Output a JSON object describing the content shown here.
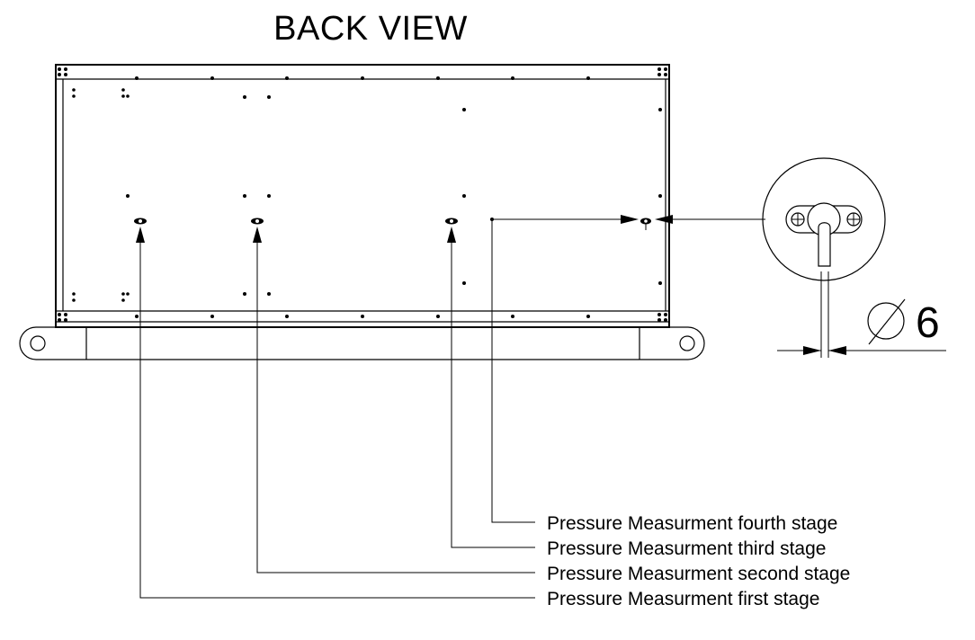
{
  "title": "BACK VIEW",
  "dimension": {
    "value": "6",
    "symbol": "⌀"
  },
  "callouts": [
    {
      "label": "Pressure Measurment fourth stage"
    },
    {
      "label": "Pressure Measurment third stage"
    },
    {
      "label": "Pressure Measurment second stage"
    },
    {
      "label": "Pressure Measurment first stage"
    }
  ]
}
